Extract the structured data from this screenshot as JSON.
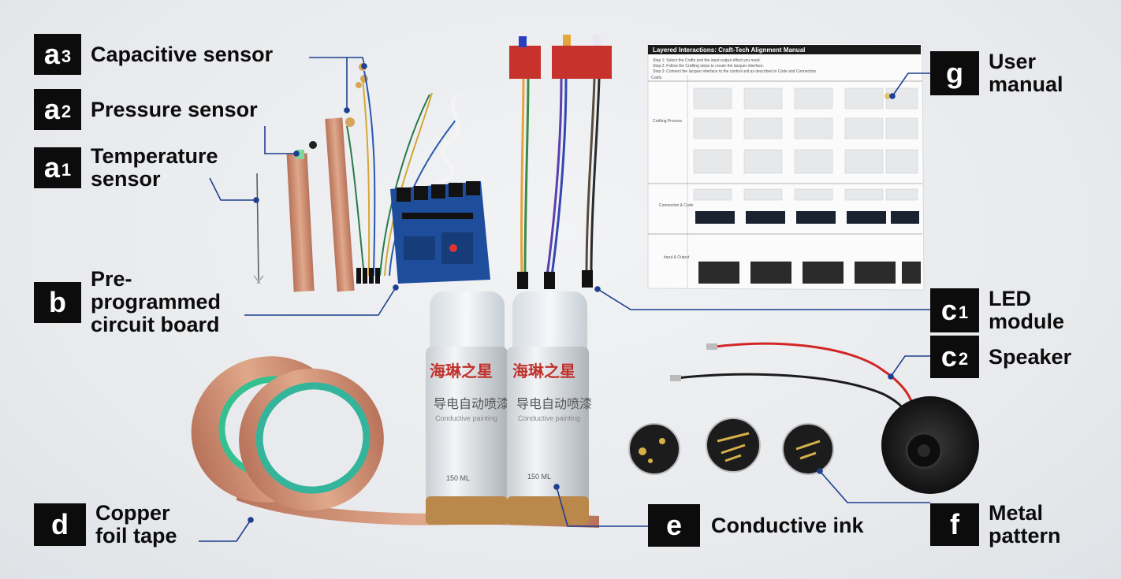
{
  "labels": {
    "a3": {
      "letter": "a",
      "sub": "3",
      "lines": [
        "Capacitive sensor"
      ]
    },
    "a2": {
      "letter": "a",
      "sub": "2",
      "lines": [
        "Pressure sensor"
      ]
    },
    "a1": {
      "letter": "a",
      "sub": "1",
      "lines": [
        "Temperature",
        "sensor"
      ]
    },
    "b": {
      "letter": "b",
      "sub": "",
      "lines": [
        "Pre-",
        "programmed",
        "circuit board"
      ]
    },
    "c1": {
      "letter": "c",
      "sub": "1",
      "lines": [
        "LED",
        "module"
      ]
    },
    "c2": {
      "letter": "c",
      "sub": "2",
      "lines": [
        "Speaker"
      ]
    },
    "d": {
      "letter": "d",
      "sub": "",
      "lines": [
        "Copper",
        "foil tape"
      ]
    },
    "e": {
      "letter": "e",
      "sub": "",
      "lines": [
        "Conductive ink"
      ]
    },
    "f": {
      "letter": "f",
      "sub": "",
      "lines": [
        "Metal",
        "pattern"
      ]
    },
    "g": {
      "letter": "g",
      "sub": "",
      "lines": [
        "User",
        "manual"
      ]
    }
  },
  "manual": {
    "title": "Layered Interactions: Craft-Tech Alignment Manual",
    "step1": "Step 1: Select the Crafts and the input-output effect you need.",
    "step2": "Step 2: Follow the Crafting steps to create the lacquer interface.",
    "step3": "Step 3: Connect the lacquer interface to the control unit as described in Code and Connection.",
    "row_labels": [
      "Crafts",
      "Crafting Process",
      "Connection & Code",
      "Input & Output"
    ]
  },
  "spray_can": {
    "brand": "海琳之星",
    "product": "导电自动喷漆",
    "english": "Conductive painting",
    "volume": "150 ML"
  },
  "colors": {
    "badge": "#0c0c0c",
    "leader_line": "#1c3f8f",
    "copper": "#c98a66",
    "board": "#1e4d9b",
    "led_board": "#c8322c"
  }
}
